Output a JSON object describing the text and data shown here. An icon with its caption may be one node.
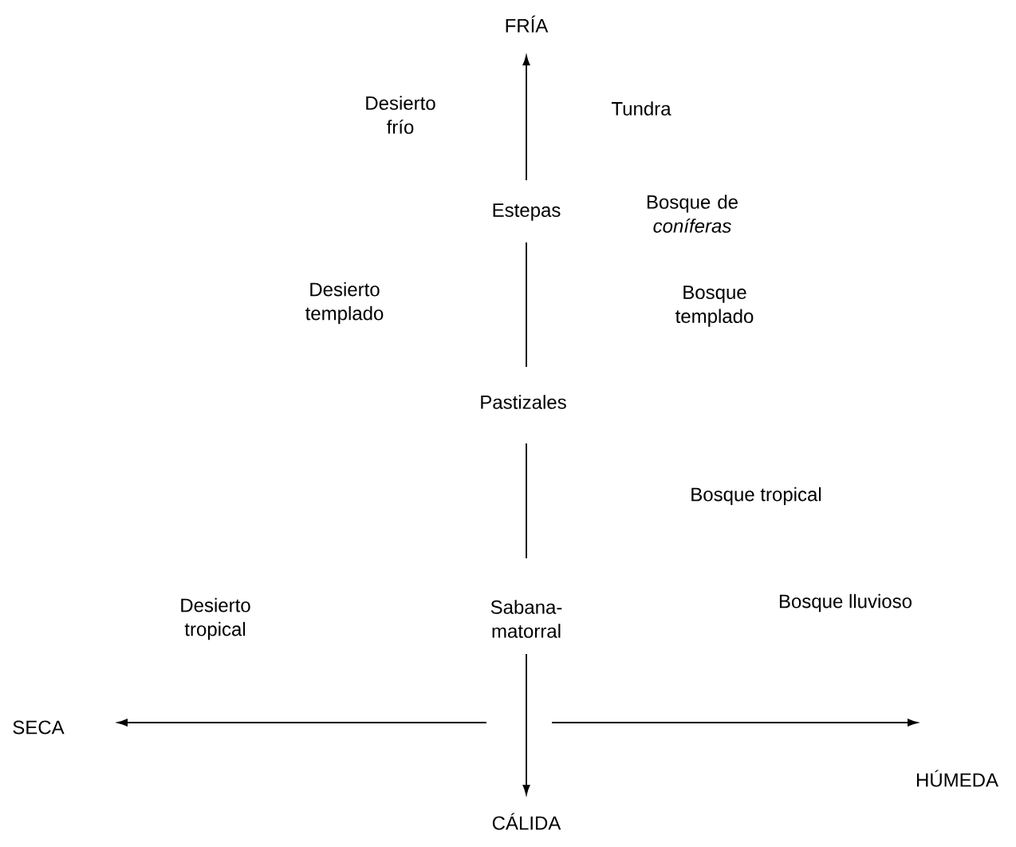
{
  "diagram": {
    "labels": [
      "FRÍA",
      "Desierto frío",
      "Tundra",
      "Estepas",
      "Bosque de *coníferas*",
      "Desierto templado",
      "Bosque templado",
      "Pastizales",
      "Bosque tropical",
      "Desierto tropical",
      "Sabana- matorral",
      "Bosque lluvioso",
      "SECA",
      "HÚMEDA",
      "CÁLIDA"
    ]
  }
}
